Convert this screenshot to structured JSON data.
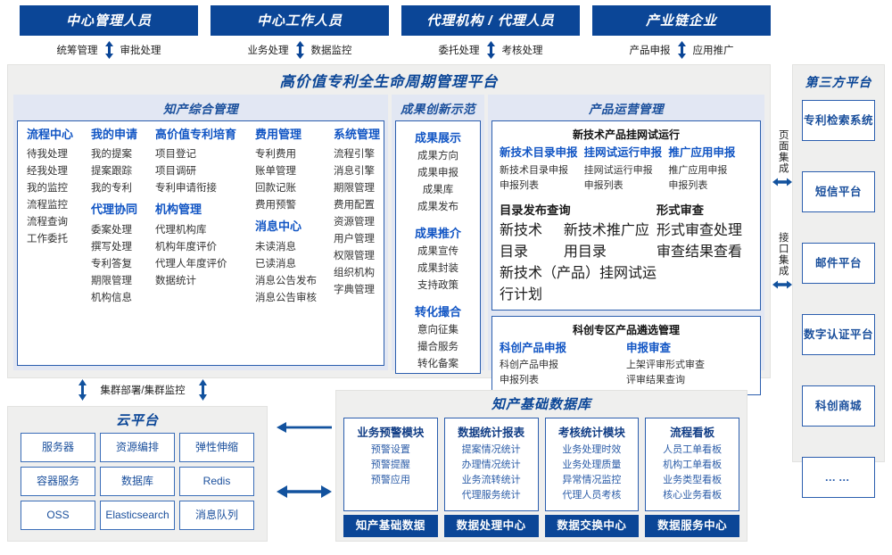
{
  "roles": [
    {
      "title": "中心管理人员",
      "left": "统筹管理",
      "right": "审批处理"
    },
    {
      "title": "中心工作人员",
      "left": "业务处理",
      "right": "数据监控"
    },
    {
      "title": "代理机构 / 代理人员",
      "left": "委托处理",
      "right": "考核处理"
    },
    {
      "title": "产业链企业",
      "left": "产品申报",
      "right": "应用推广"
    }
  ],
  "platform": {
    "title": "高价值专利全生命周期管理平台",
    "zones": {
      "zhichan": {
        "title": "知产综合管理",
        "columns": [
          {
            "groups": [
              {
                "head": "流程中心",
                "items": [
                  "待我处理",
                  "经我处理",
                  "我的监控",
                  "流程监控",
                  "流程查询",
                  "工作委托"
                ]
              }
            ]
          },
          {
            "groups": [
              {
                "head": "我的申请",
                "items": [
                  "我的提案",
                  "提案跟踪",
                  "我的专利"
                ]
              },
              {
                "head": "代理协同",
                "items": [
                  "委案处理",
                  "撰写处理",
                  "专利答复",
                  "期限管理",
                  "机构信息"
                ]
              }
            ]
          },
          {
            "groups": [
              {
                "head": "高价值专利培育",
                "items": [
                  "项目登记",
                  "项目调研",
                  "专利申请衔接"
                ]
              },
              {
                "head": "机构管理",
                "items": [
                  "代理机构库",
                  "机构年度评价",
                  "代理人年度评价",
                  "数据统计"
                ]
              }
            ]
          },
          {
            "groups": [
              {
                "head": "费用管理",
                "items": [
                  "专利费用",
                  "账单管理",
                  "回款记账",
                  "费用预警"
                ]
              },
              {
                "head": "消息中心",
                "items": [
                  "未读消息",
                  "已读消息",
                  "消息公告发布",
                  "消息公告审核"
                ]
              }
            ]
          },
          {
            "groups": [
              {
                "head": "系统管理",
                "items": [
                  "流程引擎",
                  "消息引擎",
                  "期限管理",
                  "费用配置",
                  "资源管理",
                  "用户管理",
                  "权限管理",
                  "组织机构",
                  "字典管理"
                ]
              }
            ]
          }
        ]
      },
      "chengguo": {
        "title": "成果创新示范",
        "groups": [
          {
            "head": "成果展示",
            "items": [
              "成果方向",
              "成果申报",
              "成果库",
              "成果发布"
            ]
          },
          {
            "head": "成果推介",
            "items": [
              "成果宣传",
              "成果封装",
              "支持政策"
            ]
          },
          {
            "head": "转化撮合",
            "items": [
              "意向征集",
              "撮合服务",
              "转化备案"
            ]
          }
        ]
      },
      "chanpin": {
        "title": "产品运营管理",
        "boxes": [
          {
            "title": "新技术产品挂网试运行",
            "row1": [
              {
                "head": "新技术目录申报",
                "items": [
                  "新技术目录申报",
                  "申报列表"
                ]
              },
              {
                "head": "挂网试运行申报",
                "items": [
                  "挂网试运行申报",
                  "申报列表"
                ]
              },
              {
                "head": "推广应用申报",
                "items": [
                  "推广应用申报",
                  "申报列表"
                ]
              }
            ],
            "row2_left": {
              "head": "目录发布查询",
              "inline": [
                "新技术目录",
                "新技术推广应用目录"
              ],
              "items": [
                "新技术（产品）挂网试运行计划"
              ]
            },
            "row2_right": {
              "head": "形式审查",
              "items": [
                "形式审查处理",
                "审查结果查看"
              ]
            }
          },
          {
            "title": "科创专区产品遴选管理",
            "row1": [
              {
                "head": "科创产品申报",
                "items": [
                  "科创产品申报",
                  "申报列表"
                ]
              },
              {
                "head": "申报审查",
                "items": [
                  "上架评审形式审查",
                  "评审结果查询"
                ]
              }
            ]
          }
        ]
      }
    }
  },
  "integration": {
    "page": "页面集成",
    "api": "接口集成"
  },
  "third_party": {
    "title": "第三方平台",
    "items": [
      "专利检索系统",
      "短信平台",
      "邮件平台",
      "数字认证平台",
      "科创商城",
      "……"
    ]
  },
  "cluster_label": "集群部署/集群监控",
  "cloud": {
    "title": "云平台",
    "cells": [
      "服务器",
      "资源编排",
      "弹性伸缩",
      "容器服务",
      "数据库",
      "Redis",
      "OSS",
      "Elasticsearch",
      "消息队列"
    ]
  },
  "database": {
    "title": "知产基础数据库",
    "columns": [
      {
        "head": "业务预警模块",
        "items": [
          "预警设置",
          "预警提醒",
          "预警应用"
        ],
        "foot": "知产基础数据"
      },
      {
        "head": "数据统计报表",
        "items": [
          "提案情况统计",
          "办理情况统计",
          "业务流转统计",
          "代理服务统计"
        ],
        "foot": "数据处理中心"
      },
      {
        "head": "考核统计模块",
        "items": [
          "业务处理时效",
          "业务处理质量",
          "异常情况监控",
          "代理人员考核"
        ],
        "foot": "数据交换中心"
      },
      {
        "head": "流程看板",
        "items": [
          "人员工单看板",
          "机构工单看板",
          "业务类型看板",
          "核心业务看板"
        ],
        "foot": "数据服务中心"
      }
    ]
  },
  "colors": {
    "brand_blue": "#0b4697",
    "accent_blue": "#1155c4",
    "border_blue": "#2b5eae",
    "panel_gray": "#efefee",
    "zone_bg": "#e2e7f3"
  }
}
